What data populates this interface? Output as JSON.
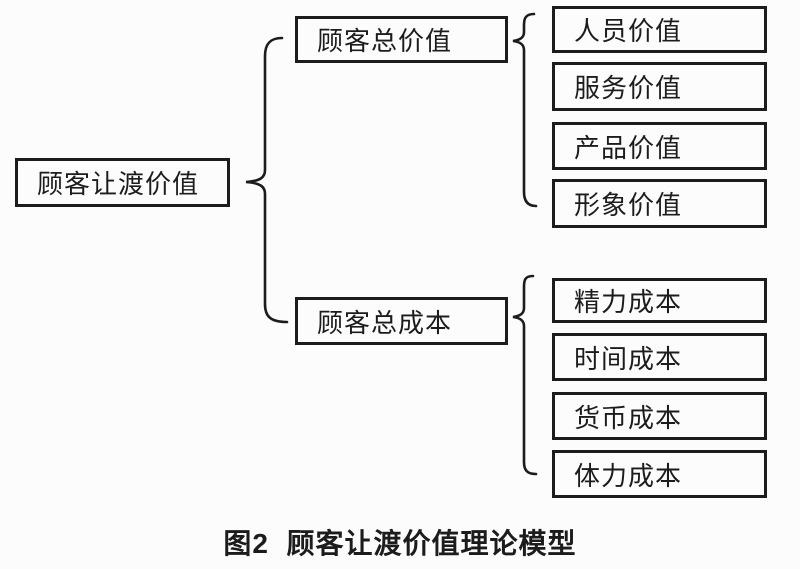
{
  "figure": {
    "caption": "图2  顾客让渡价值理论模型"
  },
  "diagram": {
    "root": {
      "label": "顾客让渡价值"
    },
    "branches": [
      {
        "label": "顾客总价值",
        "children": [
          {
            "label": "人员价值"
          },
          {
            "label": "服务价值"
          },
          {
            "label": "产品价值"
          },
          {
            "label": "形象价值"
          }
        ]
      },
      {
        "label": "顾客总成本",
        "children": [
          {
            "label": "精力成本"
          },
          {
            "label": "时间成本"
          },
          {
            "label": "货币成本"
          },
          {
            "label": "体力成本"
          }
        ]
      }
    ]
  },
  "colors": {
    "line": "#1c1c1c",
    "text": "#1c1c1c",
    "background": "#fcfcfc"
  }
}
